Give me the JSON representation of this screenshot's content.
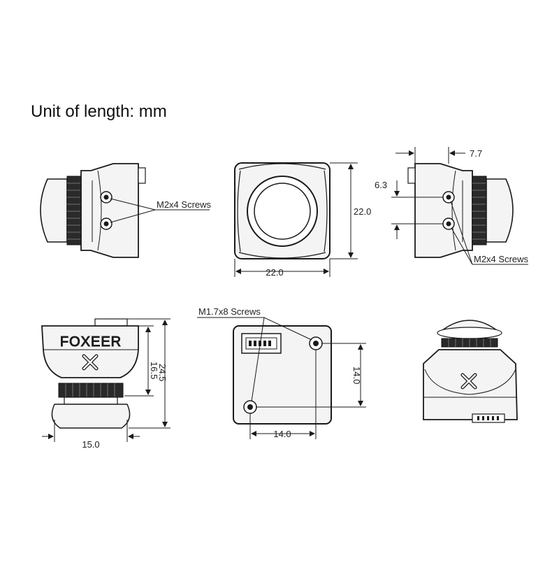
{
  "header": {
    "title": "Unit of length: mm"
  },
  "side_view_left": {
    "screw_label": "M2x4 Screws"
  },
  "front_view": {
    "width_dim": "22.0",
    "height_dim": "22.0"
  },
  "side_view_right": {
    "depth_dim": "7.7",
    "hole_offset_dim": "6.3",
    "screw_label": "M2x4 Screws"
  },
  "top_view": {
    "brand": "FOXEER",
    "height_dim": "16.5",
    "total_height_dim": "24.5",
    "width_dim": "15.0"
  },
  "back_view": {
    "screw_label": "M1.7x8 Screws",
    "hole_spacing_h": "14.0",
    "hole_spacing_v": "14.0"
  },
  "colors": {
    "line": "#1a1a1a",
    "body_fill": "#f4f4f4",
    "text": "#222222"
  }
}
